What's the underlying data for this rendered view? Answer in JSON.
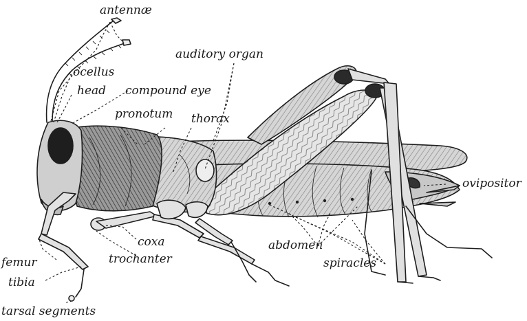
{
  "labels": {
    "antennae": "antennæ",
    "ocellus": "ocellus",
    "head": "head",
    "compound_eye": "compound eye",
    "pronotum": "pronotum",
    "thorax": "thorax",
    "auditory_organ": "auditory organ",
    "ovipositor": "ovipositor",
    "abdomen": "abdomen",
    "spiracles": "spiracles",
    "coxa": "coxa",
    "trochanter": "trochanter",
    "femur": "femur",
    "tibia": "tibia",
    "tarsal_segments": "tarsal segments"
  }
}
